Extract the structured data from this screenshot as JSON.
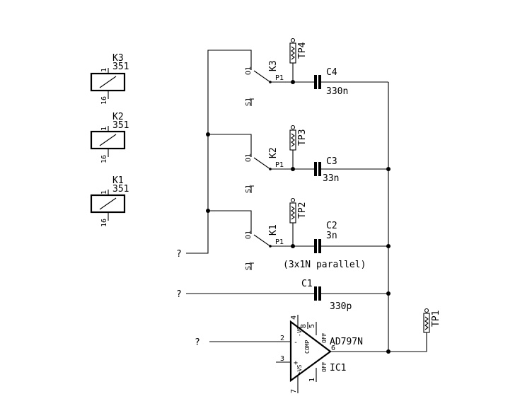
{
  "relays": [
    {
      "ref": "K3",
      "value": "351",
      "pin_top": "1",
      "pin_bottom": "16"
    },
    {
      "ref": "K2",
      "value": "351",
      "pin_top": "1",
      "pin_bottom": "16"
    },
    {
      "ref": "K1",
      "value": "351",
      "pin_top": "1",
      "pin_bottom": "16"
    }
  ],
  "switches": [
    {
      "ref": "K3",
      "pin_o1": "O1",
      "pin_s1": "S1",
      "pin_p1": "P1"
    },
    {
      "ref": "K2",
      "pin_o1": "O1",
      "pin_s1": "S1",
      "pin_p1": "P1"
    },
    {
      "ref": "K1",
      "pin_o1": "O1",
      "pin_s1": "S1",
      "pin_p1": "P1"
    }
  ],
  "test_points": [
    "TP4",
    "TP3",
    "TP2",
    "TP1"
  ],
  "capacitors": [
    {
      "ref": "C4",
      "value": "330n"
    },
    {
      "ref": "C3",
      "value": "33n"
    },
    {
      "ref": "C2",
      "value": "3n"
    },
    {
      "ref": "C1",
      "value": "330p"
    }
  ],
  "c2_note": "(3x1N parallel)",
  "net_labels": [
    "?",
    "?",
    "?"
  ],
  "opamp": {
    "part": "AD797N",
    "ref": "IC1",
    "pins": {
      "inv": "2",
      "noninv": "3",
      "vneg": "4",
      "vpos": "7",
      "out": "6",
      "comp": "8",
      "off_top": "5",
      "off_bottom": "1"
    },
    "labels": {
      "minus": "-",
      "plus": "+",
      "neg_supply": "-VS",
      "pos_supply": "+VS",
      "comp": "COMP",
      "off": "OFF"
    }
  }
}
